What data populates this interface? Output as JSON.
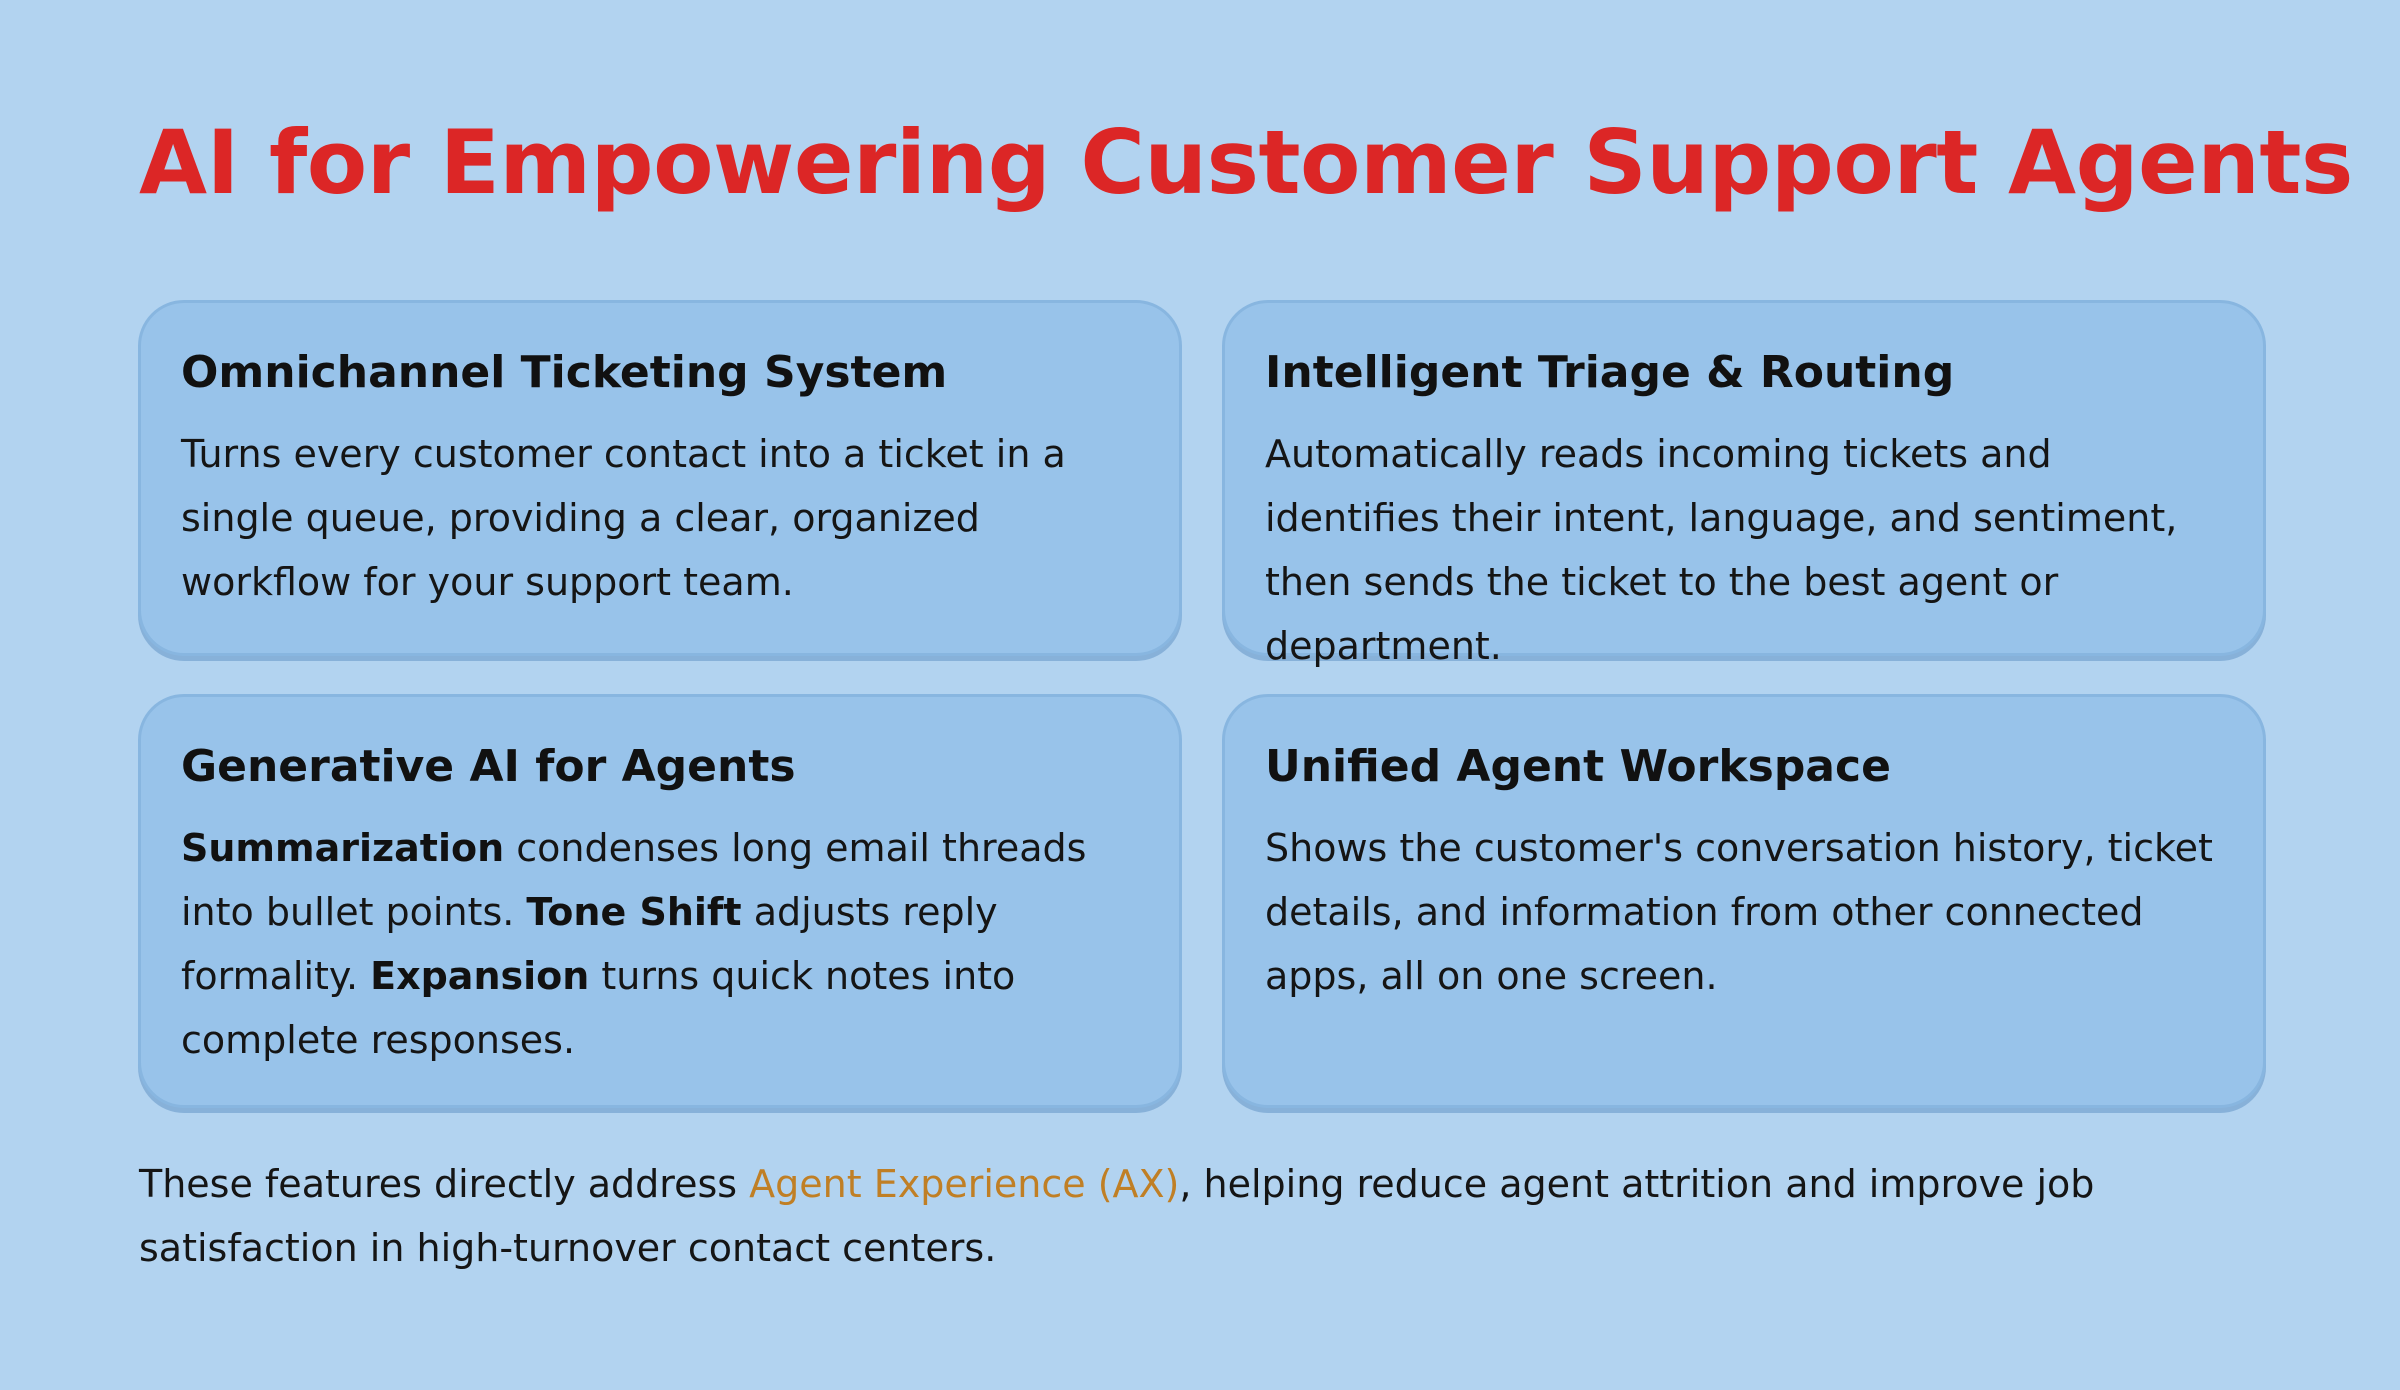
{
  "title": "AI for Empowering Customer Support Agents",
  "cards": [
    {
      "title": "Omnichannel Ticketing System",
      "body": "Turns every customer contact into a ticket in a single queue, providing a clear, organized workflow for your support team."
    },
    {
      "title": "Intelligent Triage & Routing",
      "body": "Automatically reads incoming tickets and identifies their intent, language, and sentiment, then sends the ticket to the best agent or department."
    },
    {
      "title": "Generative AI for Agents",
      "items": [
        {
          "term": "Summarization",
          "text": " condenses long email threads into bullet points. "
        },
        {
          "term": "Tone Shift",
          "text": " adjusts reply formality. "
        },
        {
          "term": "Expansion",
          "text": " turns quick notes into complete responses."
        }
      ]
    },
    {
      "title": "Unified Agent Workspace",
      "body": "Shows the customer's conversation history, ticket details, and information from other connected apps, all on one screen."
    }
  ],
  "footer": {
    "before": "These features directly address ",
    "highlight": "Agent Experience (AX)",
    "after": ", helping reduce agent attrition and improve job satisfaction in high-turnover contact centers."
  },
  "colors": {
    "background": "#b2d3f0",
    "card": "#98c3ea",
    "title": "#dc2626",
    "highlight": "#c07f25"
  }
}
